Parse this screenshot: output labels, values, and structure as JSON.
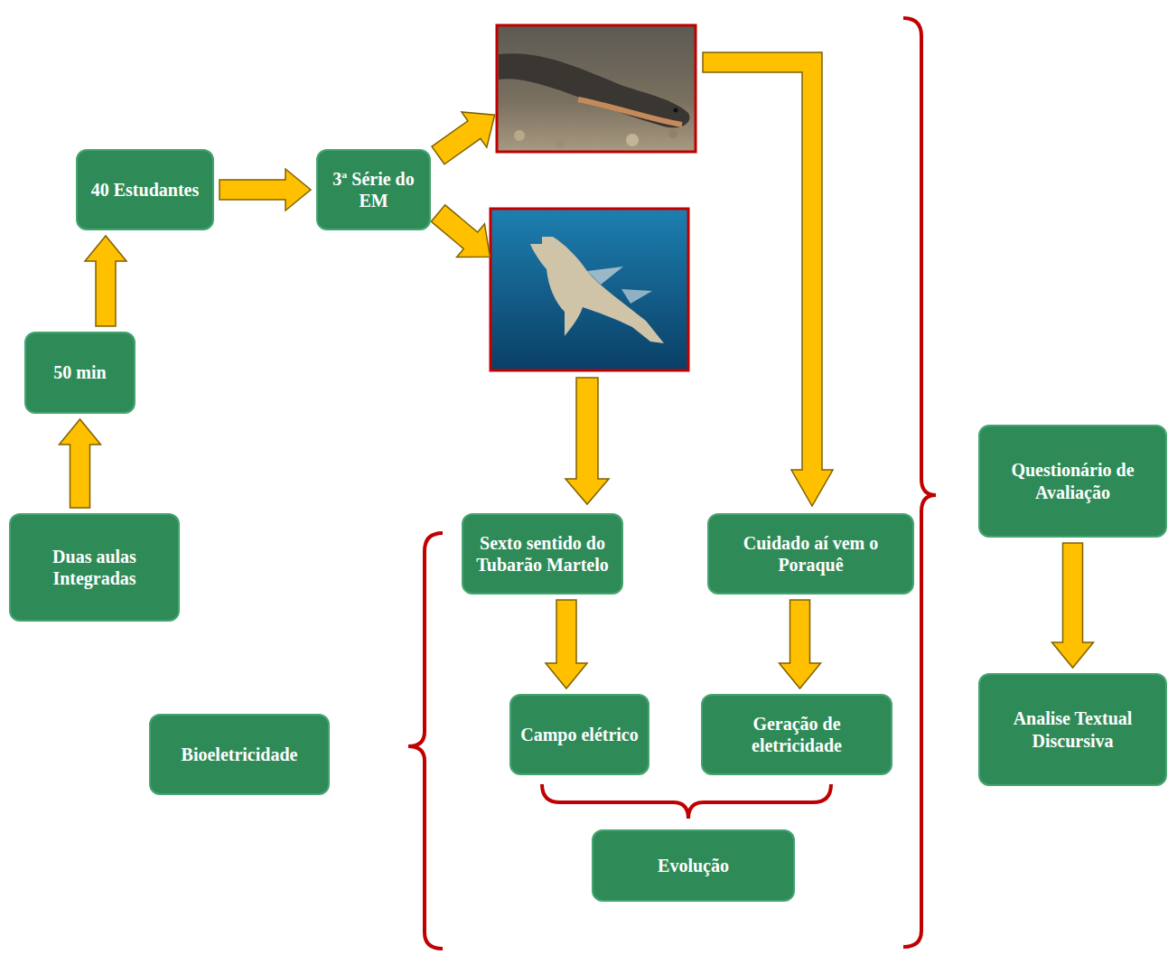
{
  "diagram": {
    "nodes": [
      {
        "text": [
          "Duas aulas Integradas"
        ]
      },
      {
        "text": [
          "50 min"
        ]
      },
      {
        "text": [
          "40 Estudantes"
        ]
      },
      {
        "text": [
          "3ª Série do EM"
        ]
      },
      {
        "text": [
          "Sexto sentido do Tubarão Martelo"
        ]
      },
      {
        "text": [
          "Cuidado aí vem o Poraquê"
        ]
      },
      {
        "text": [
          "Campo elétrico"
        ]
      },
      {
        "text": [
          "Geração de eletricidade"
        ]
      },
      {
        "text": [
          "Evolução"
        ]
      },
      {
        "text": [
          "Bioeletricidade"
        ]
      },
      {
        "text": [
          "Questionário de Avaliação"
        ]
      },
      {
        "text": [
          "Analise Textual Discursiva"
        ]
      }
    ],
    "edges": [
      {
        "from": 0,
        "to": 1,
        "arrow": "to"
      },
      {
        "from": 1,
        "to": 2,
        "arrow": "to"
      },
      {
        "from": 2,
        "to": 3,
        "arrow": "to"
      },
      {
        "from": 4,
        "to": 6,
        "arrow": "to"
      },
      {
        "from": 5,
        "to": 7,
        "arrow": "to"
      },
      {
        "from": 10,
        "to": 11,
        "arrow": "to"
      }
    ]
  }
}
